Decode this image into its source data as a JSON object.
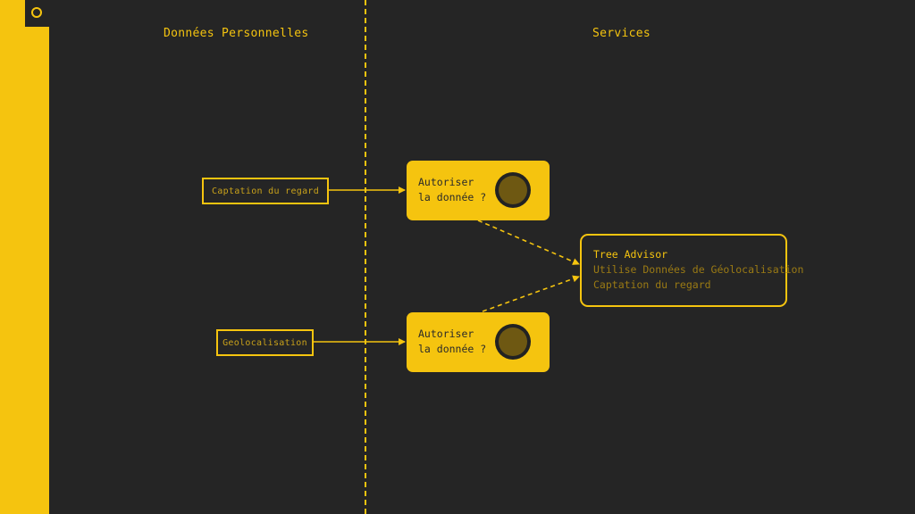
{
  "columns": {
    "left_title": "Données Personnelles",
    "right_title": "Services"
  },
  "data_tags": [
    {
      "label": "Captation du regard"
    },
    {
      "label": "Geolocalisation"
    }
  ],
  "consent_cards": [
    {
      "line1": "Autoriser",
      "line2": "la donnée ?"
    },
    {
      "line1": "Autoriser",
      "line2": "la donnée ?"
    }
  ],
  "service": {
    "title": "Tree Advisor",
    "lines": [
      "Utilise Données de Géolocalisation",
      "Captation du regard"
    ]
  },
  "colors": {
    "accent": "#f5c40f",
    "background": "#252525",
    "muted_accent": "#9a7a14"
  }
}
